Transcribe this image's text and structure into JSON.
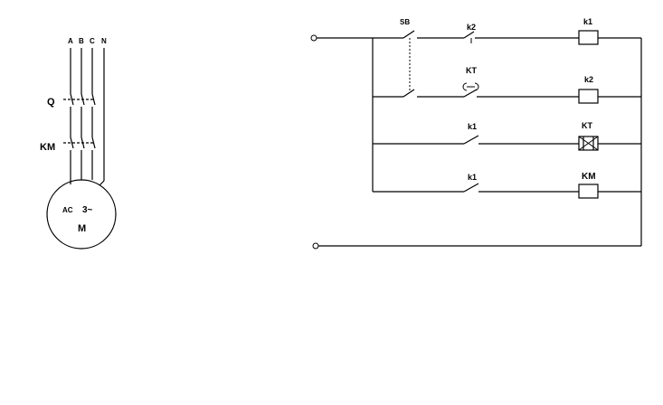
{
  "motor_circuit": {
    "phases": [
      "A",
      "B",
      "C",
      "N"
    ],
    "breaker_label": "Q",
    "contactor_label": "KM",
    "motor": {
      "type_label": "AC",
      "phase_label": "3~",
      "name_label": "M"
    }
  },
  "control_circuit": {
    "switch_label": "SB",
    "rungs": [
      {
        "contact_label": "k2",
        "coil_label": "k1"
      },
      {
        "contact_label": "KT",
        "coil_label": "k2"
      },
      {
        "contact_label": "k1",
        "coil_label": "KT"
      },
      {
        "contact_label": "k1",
        "coil_label": "KM"
      }
    ]
  }
}
